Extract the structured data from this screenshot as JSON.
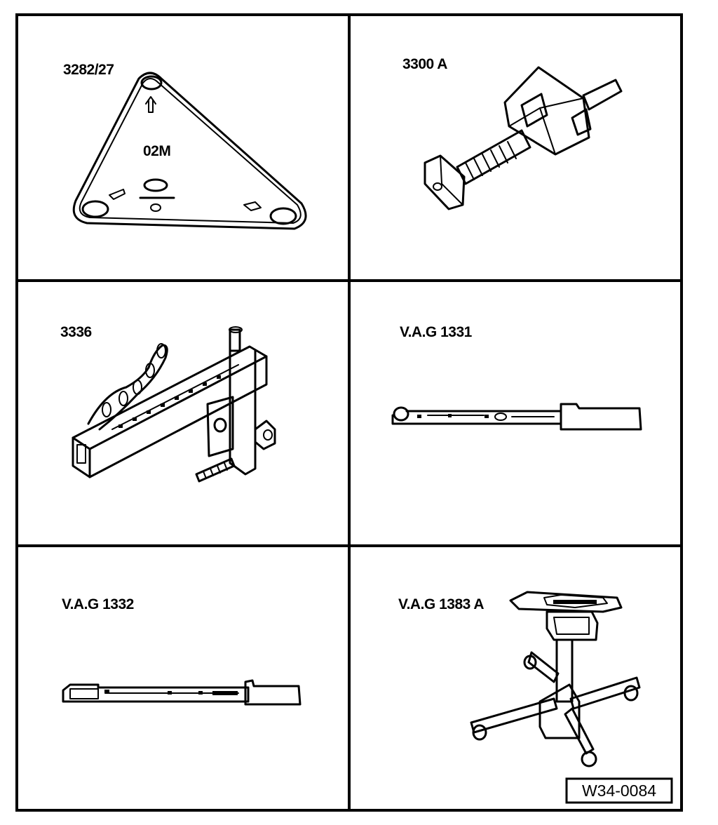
{
  "tools": [
    {
      "label": "3282/27",
      "marking": "02M",
      "icon": "triangular-adapter-plate"
    },
    {
      "label": "3300 A",
      "icon": "threaded-spindle-tool"
    },
    {
      "label": "3336",
      "icon": "engine-support-bracket"
    },
    {
      "label": "V.A.G 1331",
      "icon": "torque-wrench"
    },
    {
      "label": "V.A.G 1332",
      "icon": "torque-wrench"
    },
    {
      "label": "V.A.G 1383 A",
      "icon": "transmission-jack"
    }
  ],
  "figure_id": "W34-0084"
}
